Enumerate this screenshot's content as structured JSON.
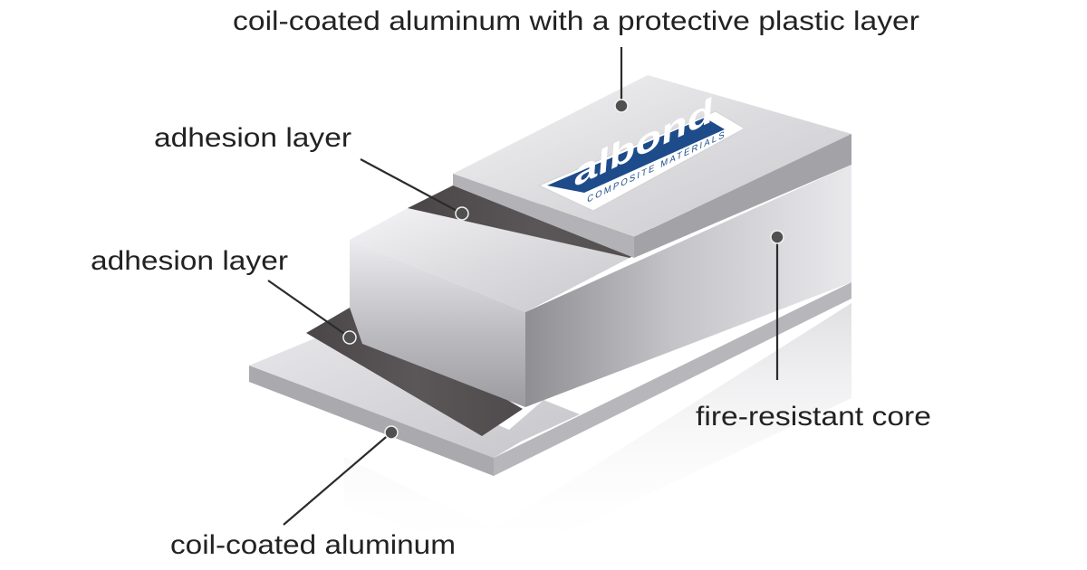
{
  "labels": {
    "top_layer": "coil-coated aluminum with a protective plastic layer",
    "adhesion_upper": "adhesion layer",
    "adhesion_lower": "adhesion layer",
    "core": "fire-resistant core",
    "bottom_layer": "coil-coated aluminum"
  },
  "logo": {
    "wordmark": "albond",
    "tagline": "COMPOSITE MATERIALS"
  },
  "colors": {
    "aluminum_light": "#e6e6e8",
    "aluminum_dark": "#9a9a9e",
    "adhesive": "#595556",
    "brand_blue": "#1e4c8a",
    "text": "#222222"
  }
}
